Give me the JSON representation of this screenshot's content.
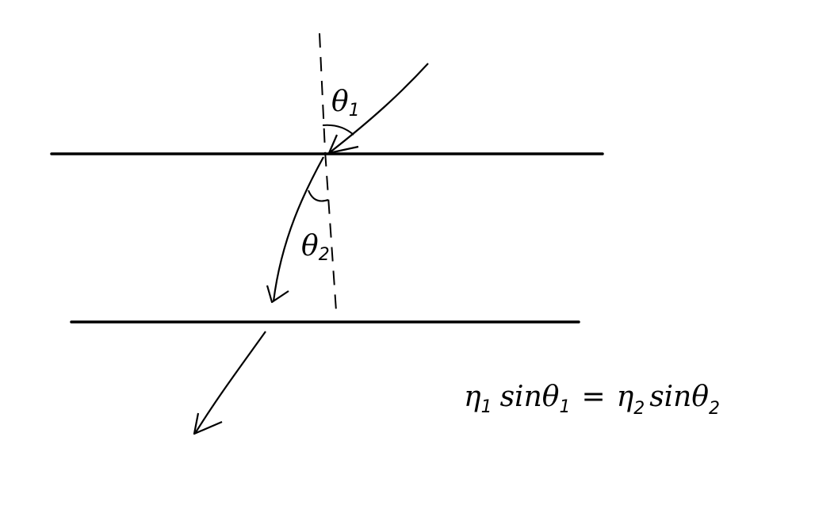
{
  "diagram": {
    "type": "refraction-sketch",
    "labels": {
      "theta1": {
        "symbol": "θ",
        "sub": "1"
      },
      "theta2": {
        "symbol": "θ",
        "sub": "2"
      }
    },
    "equation": {
      "n1": "η",
      "n1_sub": "1",
      "sin1": "sinθ",
      "sin1_sub": "1",
      "equals": "=",
      "n2": "η",
      "n2_sub": "2",
      "sin2": "sinθ",
      "sin2_sub": "2"
    },
    "colors": {
      "ink": "#000000",
      "background": "#ffffff"
    }
  }
}
